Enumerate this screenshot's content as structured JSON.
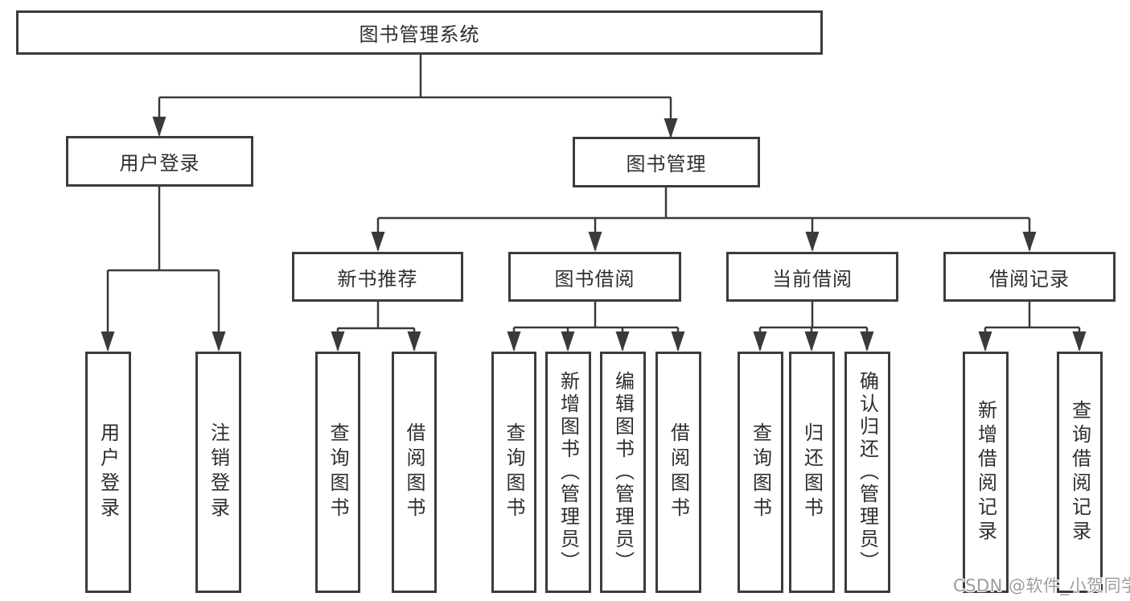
{
  "diagram": {
    "root": {
      "label": "图书管理系统"
    },
    "level2": {
      "user_login": {
        "label": "用户登录"
      },
      "book_mgmt": {
        "label": "图书管理"
      }
    },
    "level3": {
      "new_books": {
        "label": "新书推荐"
      },
      "book_borrow": {
        "label": "图书借阅"
      },
      "current_borrow": {
        "label": "当前借阅"
      },
      "borrow_records": {
        "label": "借阅记录"
      }
    },
    "leaves": {
      "user_login": [
        "用户登录",
        "注销登录"
      ],
      "new_books": [
        "查询图书",
        "借阅图书"
      ],
      "book_borrow": [
        "查询图书",
        "新增图书（管理员）",
        "编辑图书（管理员）",
        "借阅图书"
      ],
      "current_borrow": [
        "查询图书",
        "归还图书",
        "确认归还（管理员）"
      ],
      "borrow_records": [
        "新增借阅记录",
        "查询借阅记录"
      ]
    }
  },
  "watermark": {
    "text": "CSDN @软件_小贺同学"
  },
  "colors": {
    "line": "#3a3a3a",
    "border": "#3c3c3c",
    "text": "#2e2e2e",
    "background": "#ffffff",
    "watermark": "#9d9d9d"
  }
}
